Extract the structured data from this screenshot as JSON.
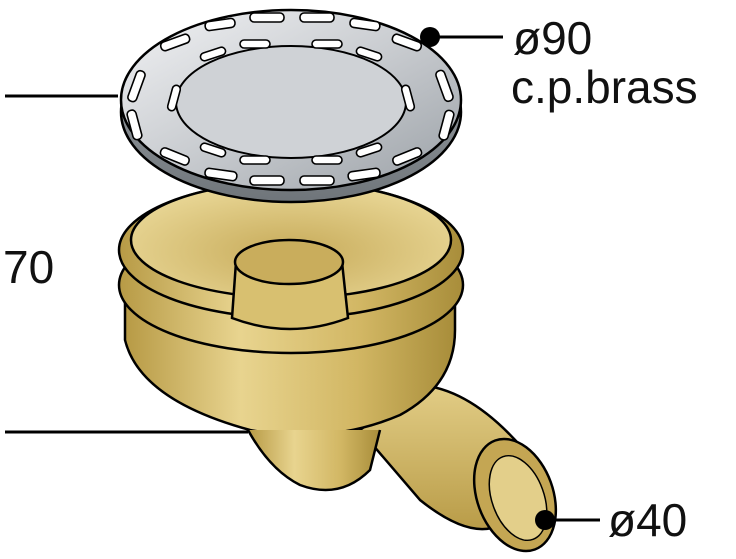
{
  "labels": {
    "grate_diameter": "ø90",
    "grate_material": "c.p.brass",
    "height": "70",
    "outlet_diameter": "ø40"
  },
  "colors": {
    "body": "#d9c06a",
    "body_dark": "#a88d3a",
    "body_light": "#ecdca0",
    "grate": "#c9ccd0",
    "grate_dark": "#7f8489",
    "line": "#000000"
  }
}
